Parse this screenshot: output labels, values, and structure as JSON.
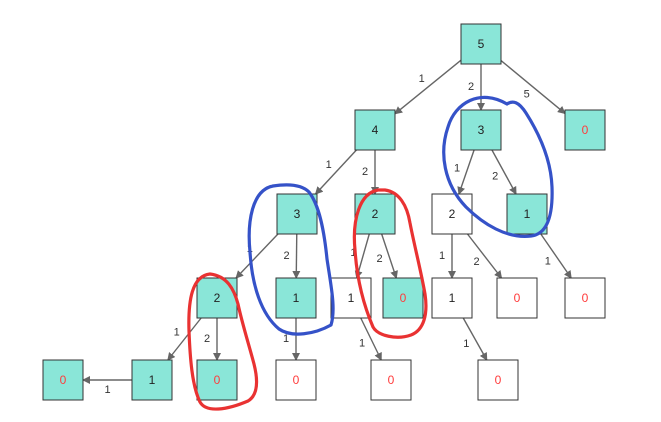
{
  "colors": {
    "filled_node": "#8ae6d8",
    "empty_node": "#ffffff",
    "node_border": "#333333",
    "normal_text": "#222222",
    "zero_text": "#ff3b3b",
    "edge": "#666666",
    "blue_mark": "#3552c8",
    "red_mark": "#e93232"
  },
  "tree": {
    "nodes": [
      {
        "id": "n0",
        "label": "5",
        "filled": true
      },
      {
        "id": "n1",
        "label": "4",
        "filled": true
      },
      {
        "id": "n2",
        "label": "3",
        "filled": true
      },
      {
        "id": "n3",
        "label": "0",
        "filled": true
      },
      {
        "id": "n4",
        "label": "3",
        "filled": true
      },
      {
        "id": "n5",
        "label": "2",
        "filled": true
      },
      {
        "id": "n6",
        "label": "2",
        "filled": false
      },
      {
        "id": "n7",
        "label": "1",
        "filled": true
      },
      {
        "id": "n8",
        "label": "2",
        "filled": true
      },
      {
        "id": "n9",
        "label": "1",
        "filled": true
      },
      {
        "id": "n10",
        "label": "1",
        "filled": false
      },
      {
        "id": "n11",
        "label": "0",
        "filled": true
      },
      {
        "id": "n12",
        "label": "1",
        "filled": false
      },
      {
        "id": "n13",
        "label": "0",
        "filled": false
      },
      {
        "id": "n14",
        "label": "0",
        "filled": false
      },
      {
        "id": "n15",
        "label": "0",
        "filled": true
      },
      {
        "id": "n16",
        "label": "1",
        "filled": true
      },
      {
        "id": "n17",
        "label": "0",
        "filled": true
      },
      {
        "id": "n18",
        "label": "0",
        "filled": false
      },
      {
        "id": "n19",
        "label": "0",
        "filled": false
      },
      {
        "id": "n20",
        "label": "0",
        "filled": false
      }
    ],
    "edges": [
      {
        "from": "n0",
        "to": "n1",
        "label": "1"
      },
      {
        "from": "n0",
        "to": "n2",
        "label": "2"
      },
      {
        "from": "n0",
        "to": "n3",
        "label": "5"
      },
      {
        "from": "n1",
        "to": "n4",
        "label": "1"
      },
      {
        "from": "n1",
        "to": "n5",
        "label": "2"
      },
      {
        "from": "n2",
        "to": "n6",
        "label": "1"
      },
      {
        "from": "n2",
        "to": "n7",
        "label": "2"
      },
      {
        "from": "n4",
        "to": "n8",
        "label": "1"
      },
      {
        "from": "n4",
        "to": "n9",
        "label": "2"
      },
      {
        "from": "n5",
        "to": "n10",
        "label": "1"
      },
      {
        "from": "n5",
        "to": "n11",
        "label": "2"
      },
      {
        "from": "n6",
        "to": "n12",
        "label": "1"
      },
      {
        "from": "n6",
        "to": "n13",
        "label": "2"
      },
      {
        "from": "n7",
        "to": "n14",
        "label": "1"
      },
      {
        "from": "n16",
        "to": "n15",
        "label": "1"
      },
      {
        "from": "n8",
        "to": "n16",
        "label": "1"
      },
      {
        "from": "n8",
        "to": "n17",
        "label": "2"
      },
      {
        "from": "n9",
        "to": "n18",
        "label": "1"
      },
      {
        "from": "n10",
        "to": "n19",
        "label": "1"
      },
      {
        "from": "n12",
        "to": "n20",
        "label": "1"
      }
    ]
  },
  "annotations": [
    {
      "name": "blue-highlight-top-right",
      "color_key": "blue_mark"
    },
    {
      "name": "blue-highlight-left",
      "color_key": "blue_mark"
    },
    {
      "name": "red-highlight-center",
      "color_key": "red_mark"
    },
    {
      "name": "red-highlight-bottom-left",
      "color_key": "red_mark"
    }
  ]
}
